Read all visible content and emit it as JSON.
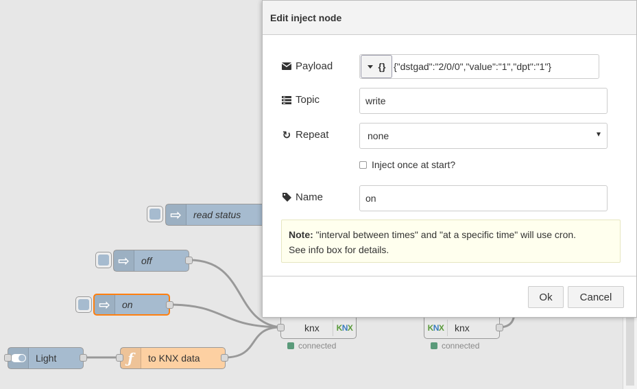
{
  "flow": {
    "nodes": {
      "read_status": "read status",
      "off": "off",
      "on": "on",
      "light": "Light",
      "to_knx": "to KNX data",
      "knx1": "knx",
      "knx2": "knx"
    },
    "status": {
      "knx1": "connected",
      "knx2": "connected"
    },
    "colors": {
      "inject": "#a6bbcf",
      "function": "#fdd0a2",
      "selected": "#ff7f0e",
      "status_ok": "#5a9a7a"
    }
  },
  "dialog": {
    "title": "Edit inject node",
    "payload": {
      "label": "Payload",
      "type_icon": "{}",
      "value": "{\"dstgad\":\"2/0/0\",\"value\":\"1\",\"dpt\":\"1\"}"
    },
    "topic": {
      "label": "Topic",
      "value": "write"
    },
    "repeat": {
      "label": "Repeat",
      "value": "none"
    },
    "inject_once": {
      "label": "Inject once at start?",
      "checked": false
    },
    "name": {
      "label": "Name",
      "value": "on"
    },
    "note": {
      "bold": "Note:",
      "text": "\"interval between times\" and \"at a specific time\" will use cron.",
      "text2": "See info box for details."
    },
    "ok_label": "Ok",
    "cancel_label": "Cancel"
  }
}
